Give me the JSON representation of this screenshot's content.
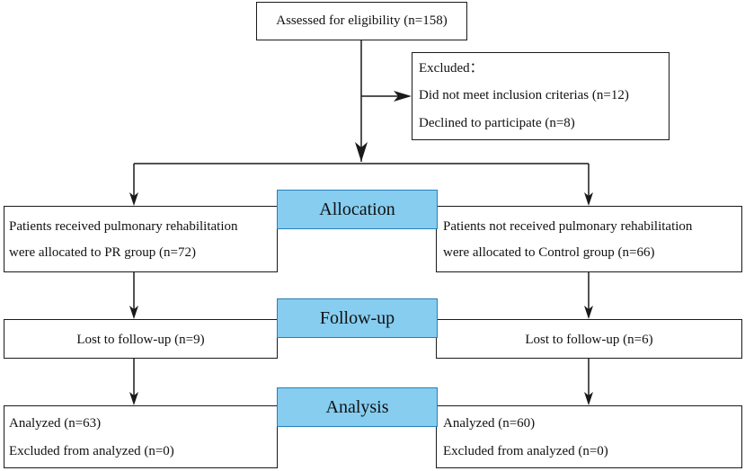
{
  "screening": {
    "text": "Assessed for eligibility (n=158)"
  },
  "exclusion": {
    "title": "Excluded：",
    "items": [
      "Did not meet inclusion criterias (n=12)",
      "Declined to participate (n=8)"
    ]
  },
  "stages": {
    "allocation": "Allocation",
    "followup": "Follow-up",
    "analysis": "Analysis"
  },
  "pr_group": {
    "allocation_lines": [
      "Patients received pulmonary rehabilitation",
      "were allocated to PR group (n=72)"
    ],
    "followup": "Lost to follow-up (n=9)",
    "analysis_lines": [
      "Analyzed (n=63)",
      "Excluded from analyzed (n=0)"
    ]
  },
  "control_group": {
    "allocation_lines": [
      "Patients not received pulmonary rehabilitation",
      "were allocated to Control group (n=66)"
    ],
    "followup": "Lost to follow-up (n=6)",
    "analysis_lines": [
      "Analyzed (n=60)",
      "Excluded from analyzed (n=0)"
    ]
  },
  "colors": {
    "stage_fill": "#86cdf0",
    "stage_border": "#2a7fb8",
    "line": "#1a1a1a"
  }
}
